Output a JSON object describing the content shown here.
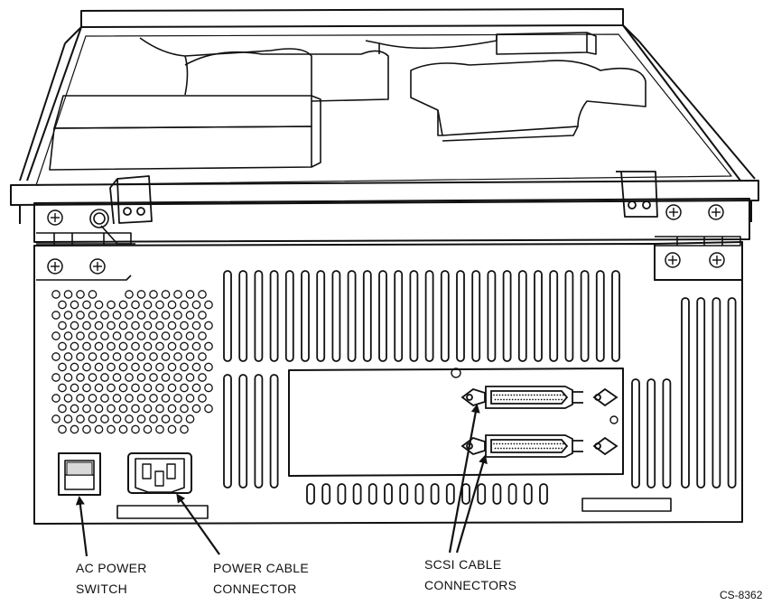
{
  "callouts": {
    "ac_power_switch": [
      "AC POWER",
      "SWITCH"
    ],
    "power_cable_connector": [
      "POWER CABLE",
      "CONNECTOR"
    ],
    "scsi_cable_connectors": [
      "SCSI CABLE",
      "CONNECTORS"
    ]
  },
  "figure_id": "CS-8362",
  "colors": {
    "line": "#111111",
    "background": "#ffffff"
  },
  "icons": [
    "screw-icon",
    "vent-hole-icon",
    "rocker-switch-icon",
    "iec-inlet-icon",
    "scsi-50-pin-connector-icon"
  ]
}
